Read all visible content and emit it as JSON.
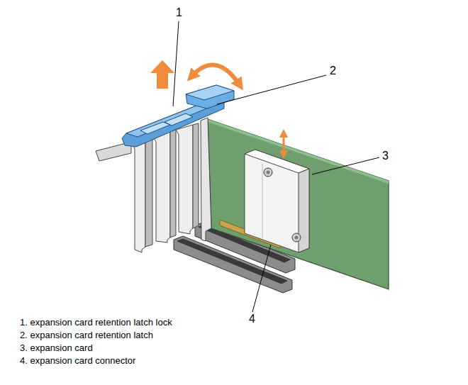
{
  "diagram": {
    "labels": [
      "1",
      "2",
      "3",
      "4",
      "1. expansion card retention latch lock",
      "2. expansion card retention latch",
      "3. expansion card",
      "4. expansion card connector"
    ]
  }
}
